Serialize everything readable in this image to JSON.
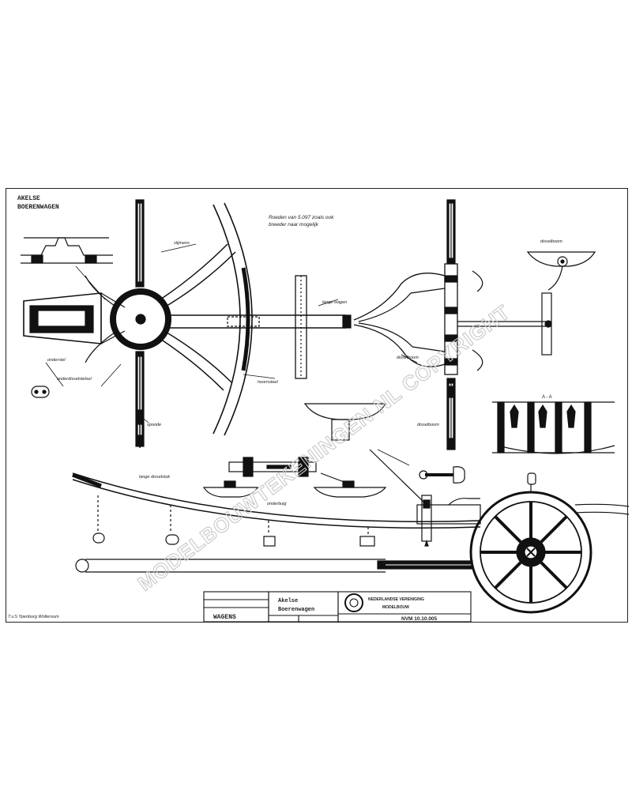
{
  "sheet": {
    "title_line1": "AKELSE",
    "title_line2": "BOERENWAGEN",
    "signature": "T.v.S Ypenburg Woltersum"
  },
  "labels": {
    "note_line1": "Roeden van 5.097 zoals ook",
    "note_line2": "breeder naar mogelijk",
    "top_left": "slijmens",
    "slider": "lange wagen",
    "axle_detail": "disselboom",
    "lower_left": "onderstel",
    "lower_left2": "onderdisselstelsel",
    "bottom_center": "disselboom",
    "long_pole": "lange disselstok",
    "cross_detail": "onderbuig",
    "section": "A - A",
    "right_detail": "disselboom",
    "horn": "hoornsteel",
    "spreid": "spreide"
  },
  "titleblock": {
    "drawing_label": "WAGENS",
    "model_line1": "Akelse",
    "model_line2": "Boerenwagen",
    "org_line1": "NEDERLANDSE VERENIGING",
    "org_line2": "MODELBOUW",
    "drawing_number": "NVM 10.10.005"
  },
  "watermark": {
    "text": "MODELBOUWTEKENINGEN NL COPYRIGHT"
  },
  "colors": {
    "ink": "#111111",
    "watermark": "#c9c9c9"
  }
}
